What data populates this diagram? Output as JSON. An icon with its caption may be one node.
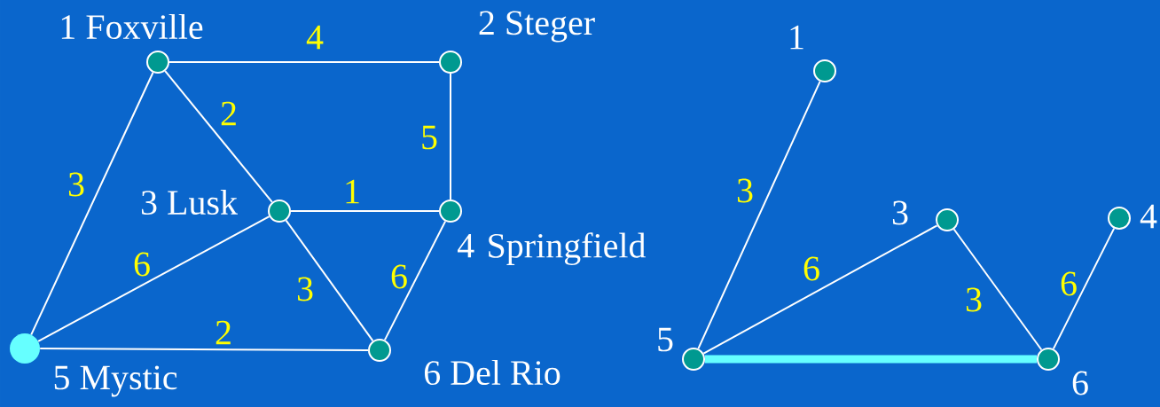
{
  "diagram": {
    "nodes": [
      {
        "text": [
          "1 Foxville"
        ]
      },
      {
        "text": [
          "2 Steger"
        ]
      },
      {
        "text": [
          "3 Lusk"
        ]
      },
      {
        "text": [
          "4 Springfield"
        ]
      },
      {
        "text": [
          "5 Mystic"
        ]
      },
      {
        "text": [
          "6 Del Rio"
        ]
      },
      {
        "text": [
          "1"
        ]
      },
      {
        "text": [
          "3"
        ]
      },
      {
        "text": [
          "4"
        ]
      },
      {
        "text": [
          "5"
        ]
      },
      {
        "text": [
          "6"
        ]
      }
    ],
    "edges": [
      {
        "from": 0,
        "to": 1,
        "arrow": "none",
        "label": "4"
      },
      {
        "from": 0,
        "to": 2,
        "arrow": "none",
        "label": "2"
      },
      {
        "from": 1,
        "to": 3,
        "arrow": "none",
        "label": "5"
      },
      {
        "from": 0,
        "to": 4,
        "arrow": "none",
        "label": "3"
      },
      {
        "from": 2,
        "to": 3,
        "arrow": "none",
        "label": "1"
      },
      {
        "from": 2,
        "to": 4,
        "arrow": "none",
        "label": "6"
      },
      {
        "from": 2,
        "to": 5,
        "arrow": "none",
        "label": "3"
      },
      {
        "from": 3,
        "to": 5,
        "arrow": "none",
        "label": "6"
      },
      {
        "from": 4,
        "to": 5,
        "arrow": "none",
        "label": "2"
      },
      {
        "from": 6,
        "to": 9,
        "arrow": "none",
        "label": "3"
      },
      {
        "from": 9,
        "to": 7,
        "arrow": "none",
        "label": "6"
      },
      {
        "from": 7,
        "to": 10,
        "arrow": "none",
        "label": "3"
      },
      {
        "from": 10,
        "to": 8,
        "arrow": "none",
        "label": "6"
      },
      {
        "from": 9,
        "to": 10,
        "arrow": "none",
        "style": "thick",
        "color": "#66ffff"
      }
    ]
  }
}
